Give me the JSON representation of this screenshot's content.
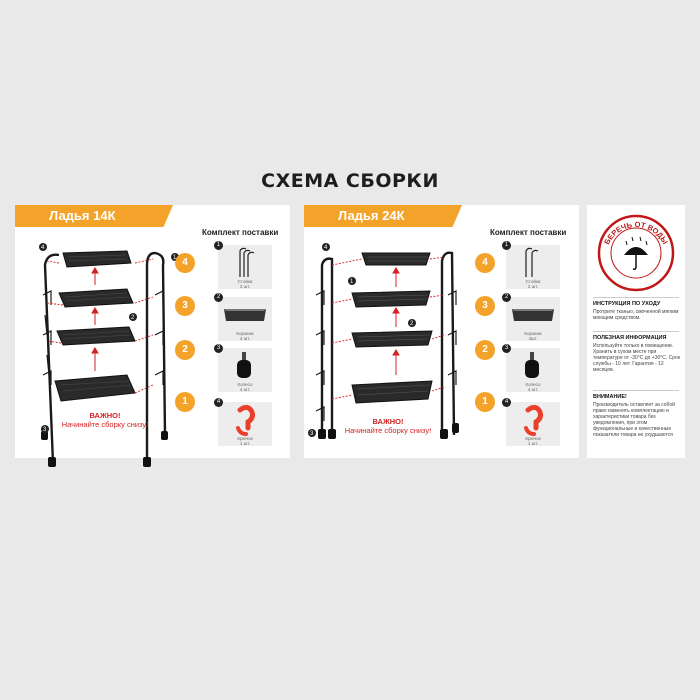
{
  "title": "СХЕМА СБОРКИ",
  "panels": [
    {
      "name": "Ладья 14К",
      "kit_title": "Комплект поставки",
      "steps": [
        "4",
        "3",
        "2",
        "1"
      ],
      "parts": [
        {
          "num": "1",
          "label": "Стойка\n3 шт.",
          "icon": "rack-post-icon"
        },
        {
          "num": "2",
          "label": "Корзина\n4 шт.",
          "icon": "basket-icon"
        },
        {
          "num": "3",
          "label": "Колесо\n4 шт.",
          "icon": "wheel-icon"
        },
        {
          "num": "4",
          "label": "Крючок\n1 шт.",
          "icon": "hook-icon"
        }
      ],
      "warning_title": "ВАЖНО!",
      "warning_text": "Начинайте сборку снизу!"
    },
    {
      "name": "Ладья 24К",
      "kit_title": "Комплект поставки",
      "steps": [
        "4",
        "3",
        "2",
        "1"
      ],
      "parts": [
        {
          "num": "1",
          "label": "Стойка\n2 шт.",
          "icon": "rack-post-icon"
        },
        {
          "num": "2",
          "label": "Корзина\n4шт.",
          "icon": "basket-icon"
        },
        {
          "num": "3",
          "label": "Колесо\n4 шт.",
          "icon": "wheel-icon"
        },
        {
          "num": "4",
          "label": "Крючок\n1 шт.",
          "icon": "hook-icon"
        }
      ],
      "warning_title": "ВАЖНО!",
      "warning_text": "Начинайте сборку снизу!"
    }
  ],
  "care": {
    "stamp_text": "БЕРЕЧЬ ОТ ВОДЫ",
    "stamp_icon": "umbrella-icon",
    "sections": [
      {
        "heading": "ИНСТРУКЦИЯ ПО УХОДУ",
        "text": "Протрите тканью, смоченной мягким моющим средством."
      },
      {
        "heading": "ПОЛЕЗНАЯ ИНФОРМАЦИЯ",
        "text": "Используйте только в помещении. Хранить в сухом месте при температуре от -30°С до +30°С. Срок службы - 10 лет. Гарантия - 12 месяцев."
      },
      {
        "heading": "ВНИМАНИЕ!",
        "text": "Производитель оставляет за собой право изменять комплектацию и характеристики товара без уведомления, при этом функциональные и качественные показатели товара не ухудшаются"
      }
    ]
  },
  "colors": {
    "accent": "#f4a32a",
    "warning": "#d32222",
    "stamp": "#c01818",
    "background": "#e9e9e9"
  }
}
